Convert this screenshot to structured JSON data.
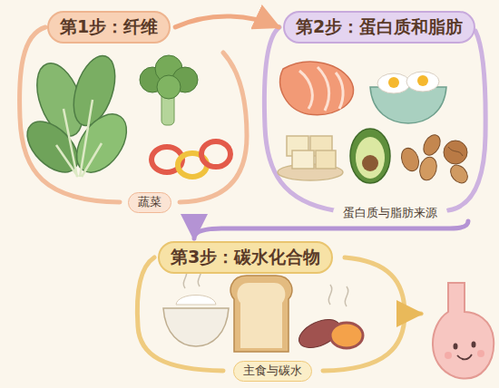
{
  "diagram": {
    "nodes": [
      {
        "text": [
          "第1步：纤维",
          "蔬菜"
        ]
      },
      {
        "text": [
          "第2步：蛋白质和脂肪",
          "蛋白质与脂肪来源"
        ]
      },
      {
        "text": [
          "第3步：碳水化合物",
          "主食与碳水"
        ]
      }
    ],
    "edges": [
      {
        "from": 0,
        "to": 1,
        "arrow": "to"
      },
      {
        "from": 1,
        "to": 2,
        "arrow": "to"
      }
    ]
  }
}
